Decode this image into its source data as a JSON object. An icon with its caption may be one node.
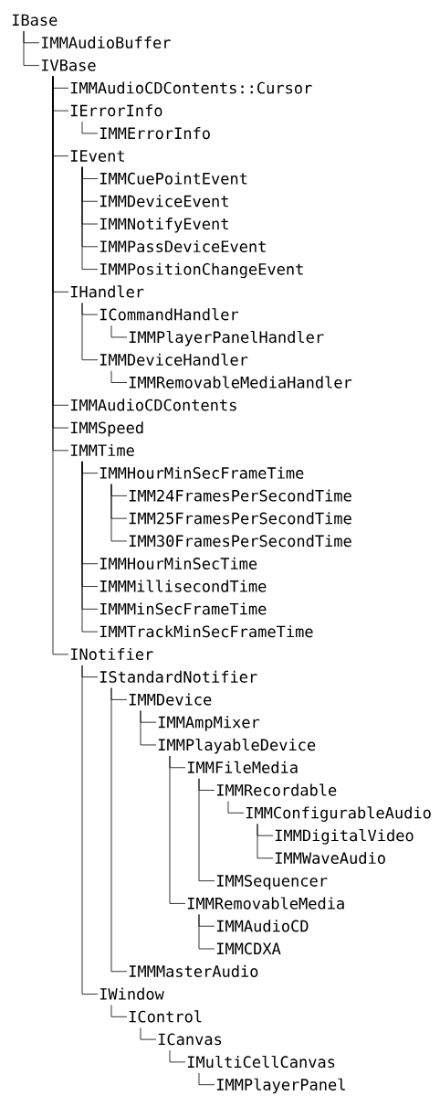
{
  "diagram": {
    "nodes": [
      {
        "text": [
          "IBase"
        ]
      },
      {
        "text": [
          "IMMAudioBuffer"
        ]
      },
      {
        "text": [
          "IVBase"
        ]
      },
      {
        "text": [
          "IMMAudioCDContents::Cursor"
        ]
      },
      {
        "text": [
          "IErrorInfo"
        ]
      },
      {
        "text": [
          "IMMErrorInfo"
        ]
      },
      {
        "text": [
          "IEvent"
        ]
      },
      {
        "text": [
          "IMMCuePointEvent"
        ]
      },
      {
        "text": [
          "IMMDeviceEvent"
        ]
      },
      {
        "text": [
          "IMMNotifyEvent"
        ]
      },
      {
        "text": [
          "IMMPassDeviceEvent"
        ]
      },
      {
        "text": [
          "IMMPositionChangeEvent"
        ]
      },
      {
        "text": [
          "IHandler"
        ]
      },
      {
        "text": [
          "ICommandHandler"
        ]
      },
      {
        "text": [
          "IMMPlayerPanelHandler"
        ]
      },
      {
        "text": [
          "IMMDeviceHandler"
        ]
      },
      {
        "text": [
          "IMMRemovableMediaHandler"
        ]
      },
      {
        "text": [
          "IMMAudioCDContents"
        ]
      },
      {
        "text": [
          "IMMSpeed"
        ]
      },
      {
        "text": [
          "IMMTime"
        ]
      },
      {
        "text": [
          "IMMHourMinSecFrameTime"
        ]
      },
      {
        "text": [
          "IMM24FramesPerSecondTime"
        ]
      },
      {
        "text": [
          "IMM25FramesPerSecondTime"
        ]
      },
      {
        "text": [
          "IMM30FramesPerSecondTime"
        ]
      },
      {
        "text": [
          "IMMHourMinSecTime"
        ]
      },
      {
        "text": [
          "IMMMillisecondTime"
        ]
      },
      {
        "text": [
          "IMMMinSecFrameTime"
        ]
      },
      {
        "text": [
          "IMMTrackMinSecFrameTime"
        ]
      },
      {
        "text": [
          "INotifier"
        ]
      },
      {
        "text": [
          "IStandardNotifier"
        ]
      },
      {
        "text": [
          "IMMDevice"
        ]
      },
      {
        "text": [
          "IMMAmpMixer"
        ]
      },
      {
        "text": [
          "IMMPlayableDevice"
        ]
      },
      {
        "text": [
          "IMMFileMedia"
        ]
      },
      {
        "text": [
          "IMMRecordable"
        ]
      },
      {
        "text": [
          "IMMConfigurableAudio"
        ]
      },
      {
        "text": [
          "IMMDigitalVideo"
        ]
      },
      {
        "text": [
          "IMMWaveAudio"
        ]
      },
      {
        "text": [
          "IMMSequencer"
        ]
      },
      {
        "text": [
          "IMMRemovableMedia"
        ]
      },
      {
        "text": [
          "IMMAudioCD"
        ]
      },
      {
        "text": [
          "IMMCDXA"
        ]
      },
      {
        "text": [
          "IMMMasterAudio"
        ]
      },
      {
        "text": [
          "IWindow"
        ]
      },
      {
        "text": [
          "IControl"
        ]
      },
      {
        "text": [
          "ICanvas"
        ]
      },
      {
        "text": [
          "IMultiCellCanvas"
        ]
      },
      {
        "text": [
          "IMMPlayerPanel"
        ]
      }
    ],
    "edges": [
      {
        "from": 0,
        "to": 1,
        "arrow": "none"
      },
      {
        "from": 0,
        "to": 2,
        "arrow": "none"
      },
      {
        "from": 2,
        "to": 3,
        "arrow": "none"
      },
      {
        "from": 2,
        "to": 4,
        "arrow": "none"
      },
      {
        "from": 4,
        "to": 5,
        "arrow": "none"
      },
      {
        "from": 2,
        "to": 6,
        "arrow": "none"
      },
      {
        "from": 6,
        "to": 7,
        "arrow": "none"
      },
      {
        "from": 6,
        "to": 8,
        "arrow": "none"
      },
      {
        "from": 6,
        "to": 9,
        "arrow": "none"
      },
      {
        "from": 6,
        "to": 10,
        "arrow": "none"
      },
      {
        "from": 6,
        "to": 11,
        "arrow": "none"
      },
      {
        "from": 2,
        "to": 12,
        "arrow": "none"
      },
      {
        "from": 12,
        "to": 13,
        "arrow": "none"
      },
      {
        "from": 13,
        "to": 14,
        "arrow": "none"
      },
      {
        "from": 12,
        "to": 15,
        "arrow": "none"
      },
      {
        "from": 15,
        "to": 16,
        "arrow": "none"
      },
      {
        "from": 2,
        "to": 17,
        "arrow": "none"
      },
      {
        "from": 2,
        "to": 18,
        "arrow": "none"
      },
      {
        "from": 2,
        "to": 19,
        "arrow": "none"
      },
      {
        "from": 19,
        "to": 20,
        "arrow": "none"
      },
      {
        "from": 20,
        "to": 21,
        "arrow": "none"
      },
      {
        "from": 20,
        "to": 22,
        "arrow": "none"
      },
      {
        "from": 20,
        "to": 23,
        "arrow": "none"
      },
      {
        "from": 19,
        "to": 24,
        "arrow": "none"
      },
      {
        "from": 19,
        "to": 25,
        "arrow": "none"
      },
      {
        "from": 19,
        "to": 26,
        "arrow": "none"
      },
      {
        "from": 19,
        "to": 27,
        "arrow": "none"
      },
      {
        "from": 2,
        "to": 28,
        "arrow": "none"
      },
      {
        "from": 28,
        "to": 29,
        "arrow": "none"
      },
      {
        "from": 29,
        "to": 30,
        "arrow": "none"
      },
      {
        "from": 30,
        "to": 31,
        "arrow": "none"
      },
      {
        "from": 30,
        "to": 32,
        "arrow": "none"
      },
      {
        "from": 32,
        "to": 33,
        "arrow": "none"
      },
      {
        "from": 33,
        "to": 34,
        "arrow": "none"
      },
      {
        "from": 34,
        "to": 35,
        "arrow": "none"
      },
      {
        "from": 35,
        "to": 36,
        "arrow": "none"
      },
      {
        "from": 35,
        "to": 37,
        "arrow": "none"
      },
      {
        "from": 33,
        "to": 38,
        "arrow": "none"
      },
      {
        "from": 32,
        "to": 39,
        "arrow": "none"
      },
      {
        "from": 39,
        "to": 40,
        "arrow": "none"
      },
      {
        "from": 39,
        "to": 41,
        "arrow": "none"
      },
      {
        "from": 29,
        "to": 42,
        "arrow": "none"
      },
      {
        "from": 28,
        "to": 43,
        "arrow": "none"
      },
      {
        "from": 43,
        "to": 44,
        "arrow": "none"
      },
      {
        "from": 44,
        "to": 45,
        "arrow": "none"
      },
      {
        "from": 45,
        "to": 46,
        "arrow": "none"
      },
      {
        "from": 46,
        "to": 47,
        "arrow": "none"
      }
    ]
  }
}
